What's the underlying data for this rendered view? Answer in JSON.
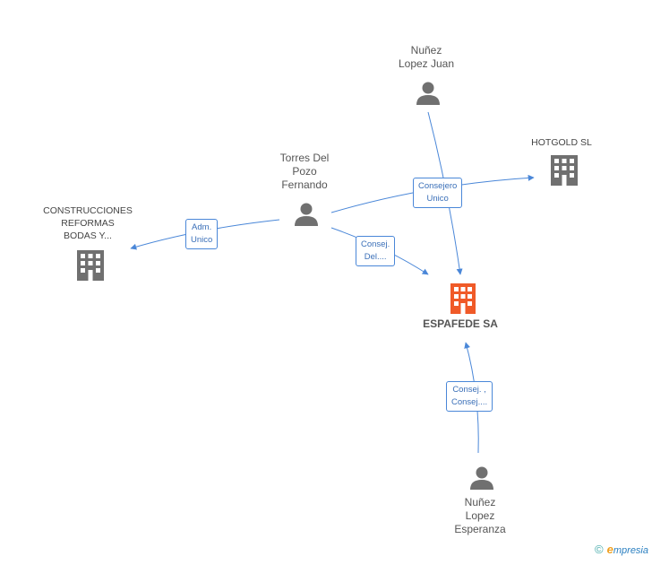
{
  "colors": {
    "edge": "#4a87d8",
    "person_icon": "#707070",
    "company_icon": "#707070",
    "main_company_icon": "#f05a28"
  },
  "nodes": {
    "nunez_juan": {
      "label": "Nuñez\nLopez Juan",
      "icon": "person-icon"
    },
    "torres": {
      "label": "Torres Del\nPozo\nFernando",
      "icon": "person-icon"
    },
    "hotgold": {
      "label": "HOTGOLD SL",
      "icon": "building-icon"
    },
    "construcciones": {
      "label": "CONSTRUCCIONES\nREFORMAS\nBODAS Y...",
      "icon": "building-icon"
    },
    "espafede": {
      "label": "ESPAFEDE SA",
      "icon": "building-icon"
    },
    "nunez_esperanza": {
      "label": "Nuñez\nLopez\nEsperanza",
      "icon": "person-icon"
    }
  },
  "edges": {
    "torres_construcciones": "Adm.\nUnico",
    "torres_hotgold": "Consejero\nUnico",
    "torres_espafede": "Consej.\nDel....",
    "esperanza_espafede": "Consej. ,\nConsej...."
  },
  "brand": {
    "copyright": "©",
    "logo_e": "e",
    "logo_rest": "mpresia"
  }
}
